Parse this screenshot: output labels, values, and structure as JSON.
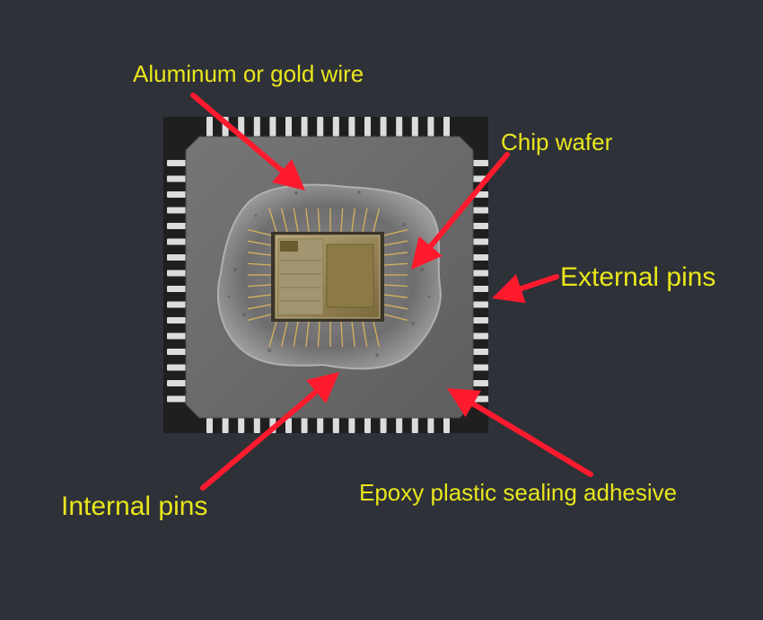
{
  "colors": {
    "background": "#2e3138",
    "label_text": "#e8e61c",
    "arrow": "#ff1a2e",
    "package_body": "#6c6c6c",
    "pins": "#dcdcdc",
    "die": "#9a8a55"
  },
  "labels": {
    "wire": "Aluminum or gold wire",
    "chip_wafer": "Chip wafer",
    "external_pins": "External pins",
    "internal_pins": "Internal pins",
    "epoxy": "Epoxy plastic sealing adhesive"
  }
}
